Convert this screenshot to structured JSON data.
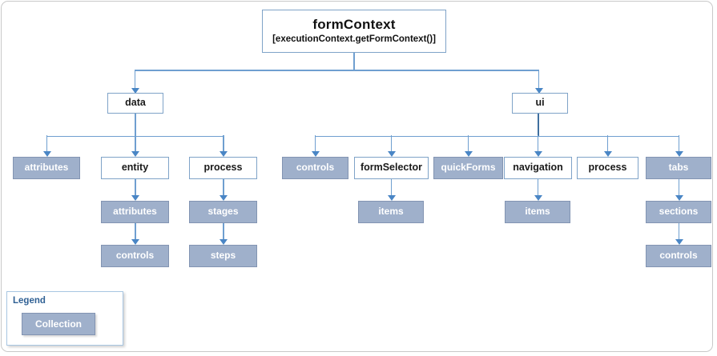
{
  "diagram": {
    "root": {
      "title": "formContext",
      "subtitle": "[executionContext.getFormContext()]"
    },
    "level2": [
      {
        "label": "data",
        "type": "plain"
      },
      {
        "label": "ui",
        "type": "plain"
      }
    ],
    "data_children": [
      {
        "label": "attributes",
        "type": "collection"
      },
      {
        "label": "entity",
        "type": "plain"
      },
      {
        "label": "process",
        "type": "plain"
      }
    ],
    "entity_children": [
      {
        "label": "attributes",
        "type": "collection"
      },
      {
        "label": "controls",
        "type": "collection"
      }
    ],
    "process_children": [
      {
        "label": "stages",
        "type": "collection"
      },
      {
        "label": "steps",
        "type": "collection"
      }
    ],
    "ui_children": [
      {
        "label": "controls",
        "type": "collection"
      },
      {
        "label": "formSelector",
        "type": "plain"
      },
      {
        "label": "quickForms",
        "type": "collection"
      },
      {
        "label": "navigation",
        "type": "plain"
      },
      {
        "label": "process",
        "type": "plain"
      },
      {
        "label": "tabs",
        "type": "collection"
      }
    ],
    "formSelector_children": [
      {
        "label": "items",
        "type": "collection"
      }
    ],
    "navigation_children": [
      {
        "label": "items",
        "type": "collection"
      }
    ],
    "tabs_children": [
      {
        "label": "sections",
        "type": "collection"
      },
      {
        "label": "controls",
        "type": "collection"
      }
    ]
  },
  "legend": {
    "title": "Legend",
    "collection_label": "Collection"
  },
  "colors": {
    "collection_fill": "#9fb0cb",
    "node_border": "#7fa3c8",
    "connector": "#6f9fd0",
    "arrow": "#4a86c5",
    "legend_title": "#2f6094",
    "frame": "#c9c9c9"
  }
}
